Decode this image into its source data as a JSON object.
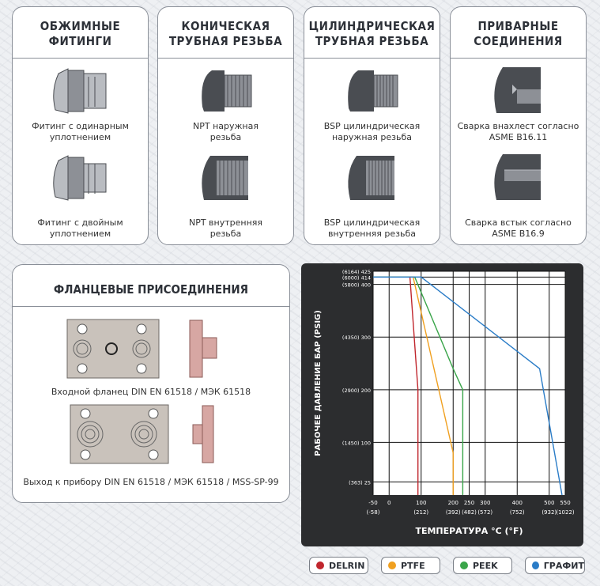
{
  "cards": [
    {
      "title1": "ОБЖИМНЫЕ",
      "title2": "ФИТИНГИ",
      "cap1": [
        "Фитинг с одинарным",
        "уплотнением"
      ],
      "cap2": [
        "Фитинг с двойным",
        "уплотнением"
      ]
    },
    {
      "title1": "КОНИЧЕСКАЯ",
      "title2": "ТРУБНАЯ РЕЗЬБА",
      "cap1": [
        "NPT наружная",
        "резьба"
      ],
      "cap2": [
        "NPT внутренняя",
        "резьба"
      ]
    },
    {
      "title1": "ЦИЛИНДРИЧЕСКАЯ",
      "title2": "ТРУБНАЯ РЕЗЬБА",
      "cap1": [
        "BSP цилиндрическая",
        "наружная резьба"
      ],
      "cap2": [
        "BSP цилиндрическая",
        "внутренняя резьба"
      ]
    },
    {
      "title1": "ПРИВАРНЫЕ",
      "title2": "СОЕДИНЕНИЯ",
      "cap1": [
        "Сварка внахлест согласно",
        "ASME B16.11"
      ],
      "cap2": [
        "Сварка встык согласно",
        "ASME B16.9"
      ]
    }
  ],
  "flange": {
    "title": "ФЛАНЦЕВЫЕ ПРИСОЕДИНЕНИЯ",
    "cap1": "Входной фланец DIN EN 61518 / МЭК 61518",
    "cap2": "Выход к прибору DIN EN 61518 / МЭК 61518 / MSS-SP-99"
  },
  "chart_data": {
    "type": "line",
    "xlabel": "ТЕМПЕРАТУРА °C (°F)",
    "ylabel": "РАБОЧЕЕ ДАВЛЕНИЕ БАР (PSIG)",
    "xlim": [
      -50,
      550
    ],
    "ylim": [
      0,
      425
    ],
    "x_ticks": [
      {
        "v": -50,
        "c": "-50",
        "f": "(-58)"
      },
      {
        "v": 0,
        "c": "0",
        "f": ""
      },
      {
        "v": 100,
        "c": "100",
        "f": "(212)"
      },
      {
        "v": 200,
        "c": "200",
        "f": "(392)"
      },
      {
        "v": 250,
        "c": "250",
        "f": "(482)"
      },
      {
        "v": 300,
        "c": "300",
        "f": "(572)"
      },
      {
        "v": 400,
        "c": "400",
        "f": "(752)"
      },
      {
        "v": 500,
        "c": "500",
        "f": "(932)"
      },
      {
        "v": 550,
        "c": "550",
        "f": "(1022)"
      }
    ],
    "y_ticks": [
      {
        "v": 425,
        "t": "(6164) 425"
      },
      {
        "v": 414,
        "t": "(6000) 414"
      },
      {
        "v": 400,
        "t": "(5800) 400"
      },
      {
        "v": 300,
        "t": "(4350) 300"
      },
      {
        "v": 200,
        "t": "(2900) 200"
      },
      {
        "v": 100,
        "t": "(1450) 100"
      },
      {
        "v": 25,
        "t": "(363) 25"
      }
    ],
    "series": [
      {
        "name": "DELRIN",
        "color": "#c0262d",
        "x": [
          -50,
          65,
          90,
          90
        ],
        "y": [
          414,
          414,
          200,
          0
        ]
      },
      {
        "name": "PTFE",
        "color": "#f0a020",
        "x": [
          -50,
          75,
          200,
          200
        ],
        "y": [
          414,
          414,
          80,
          0
        ]
      },
      {
        "name": "PEEK",
        "color": "#3aa54a",
        "x": [
          -50,
          80,
          200,
          230,
          230
        ],
        "y": [
          414,
          414,
          240,
          200,
          0
        ]
      },
      {
        "name": "ГРАФИТ",
        "color": "#2a7cc7",
        "x": [
          -50,
          100,
          470,
          540
        ],
        "y": [
          414,
          414,
          240,
          0
        ]
      }
    ]
  },
  "legend": [
    {
      "name": "DELRIN",
      "color": "#c0262d"
    },
    {
      "name": "PTFE",
      "color": "#f0a020"
    },
    {
      "name": "PEEK",
      "color": "#3aa54a"
    },
    {
      "name": "ГРАФИТ",
      "color": "#2a7cc7"
    }
  ]
}
